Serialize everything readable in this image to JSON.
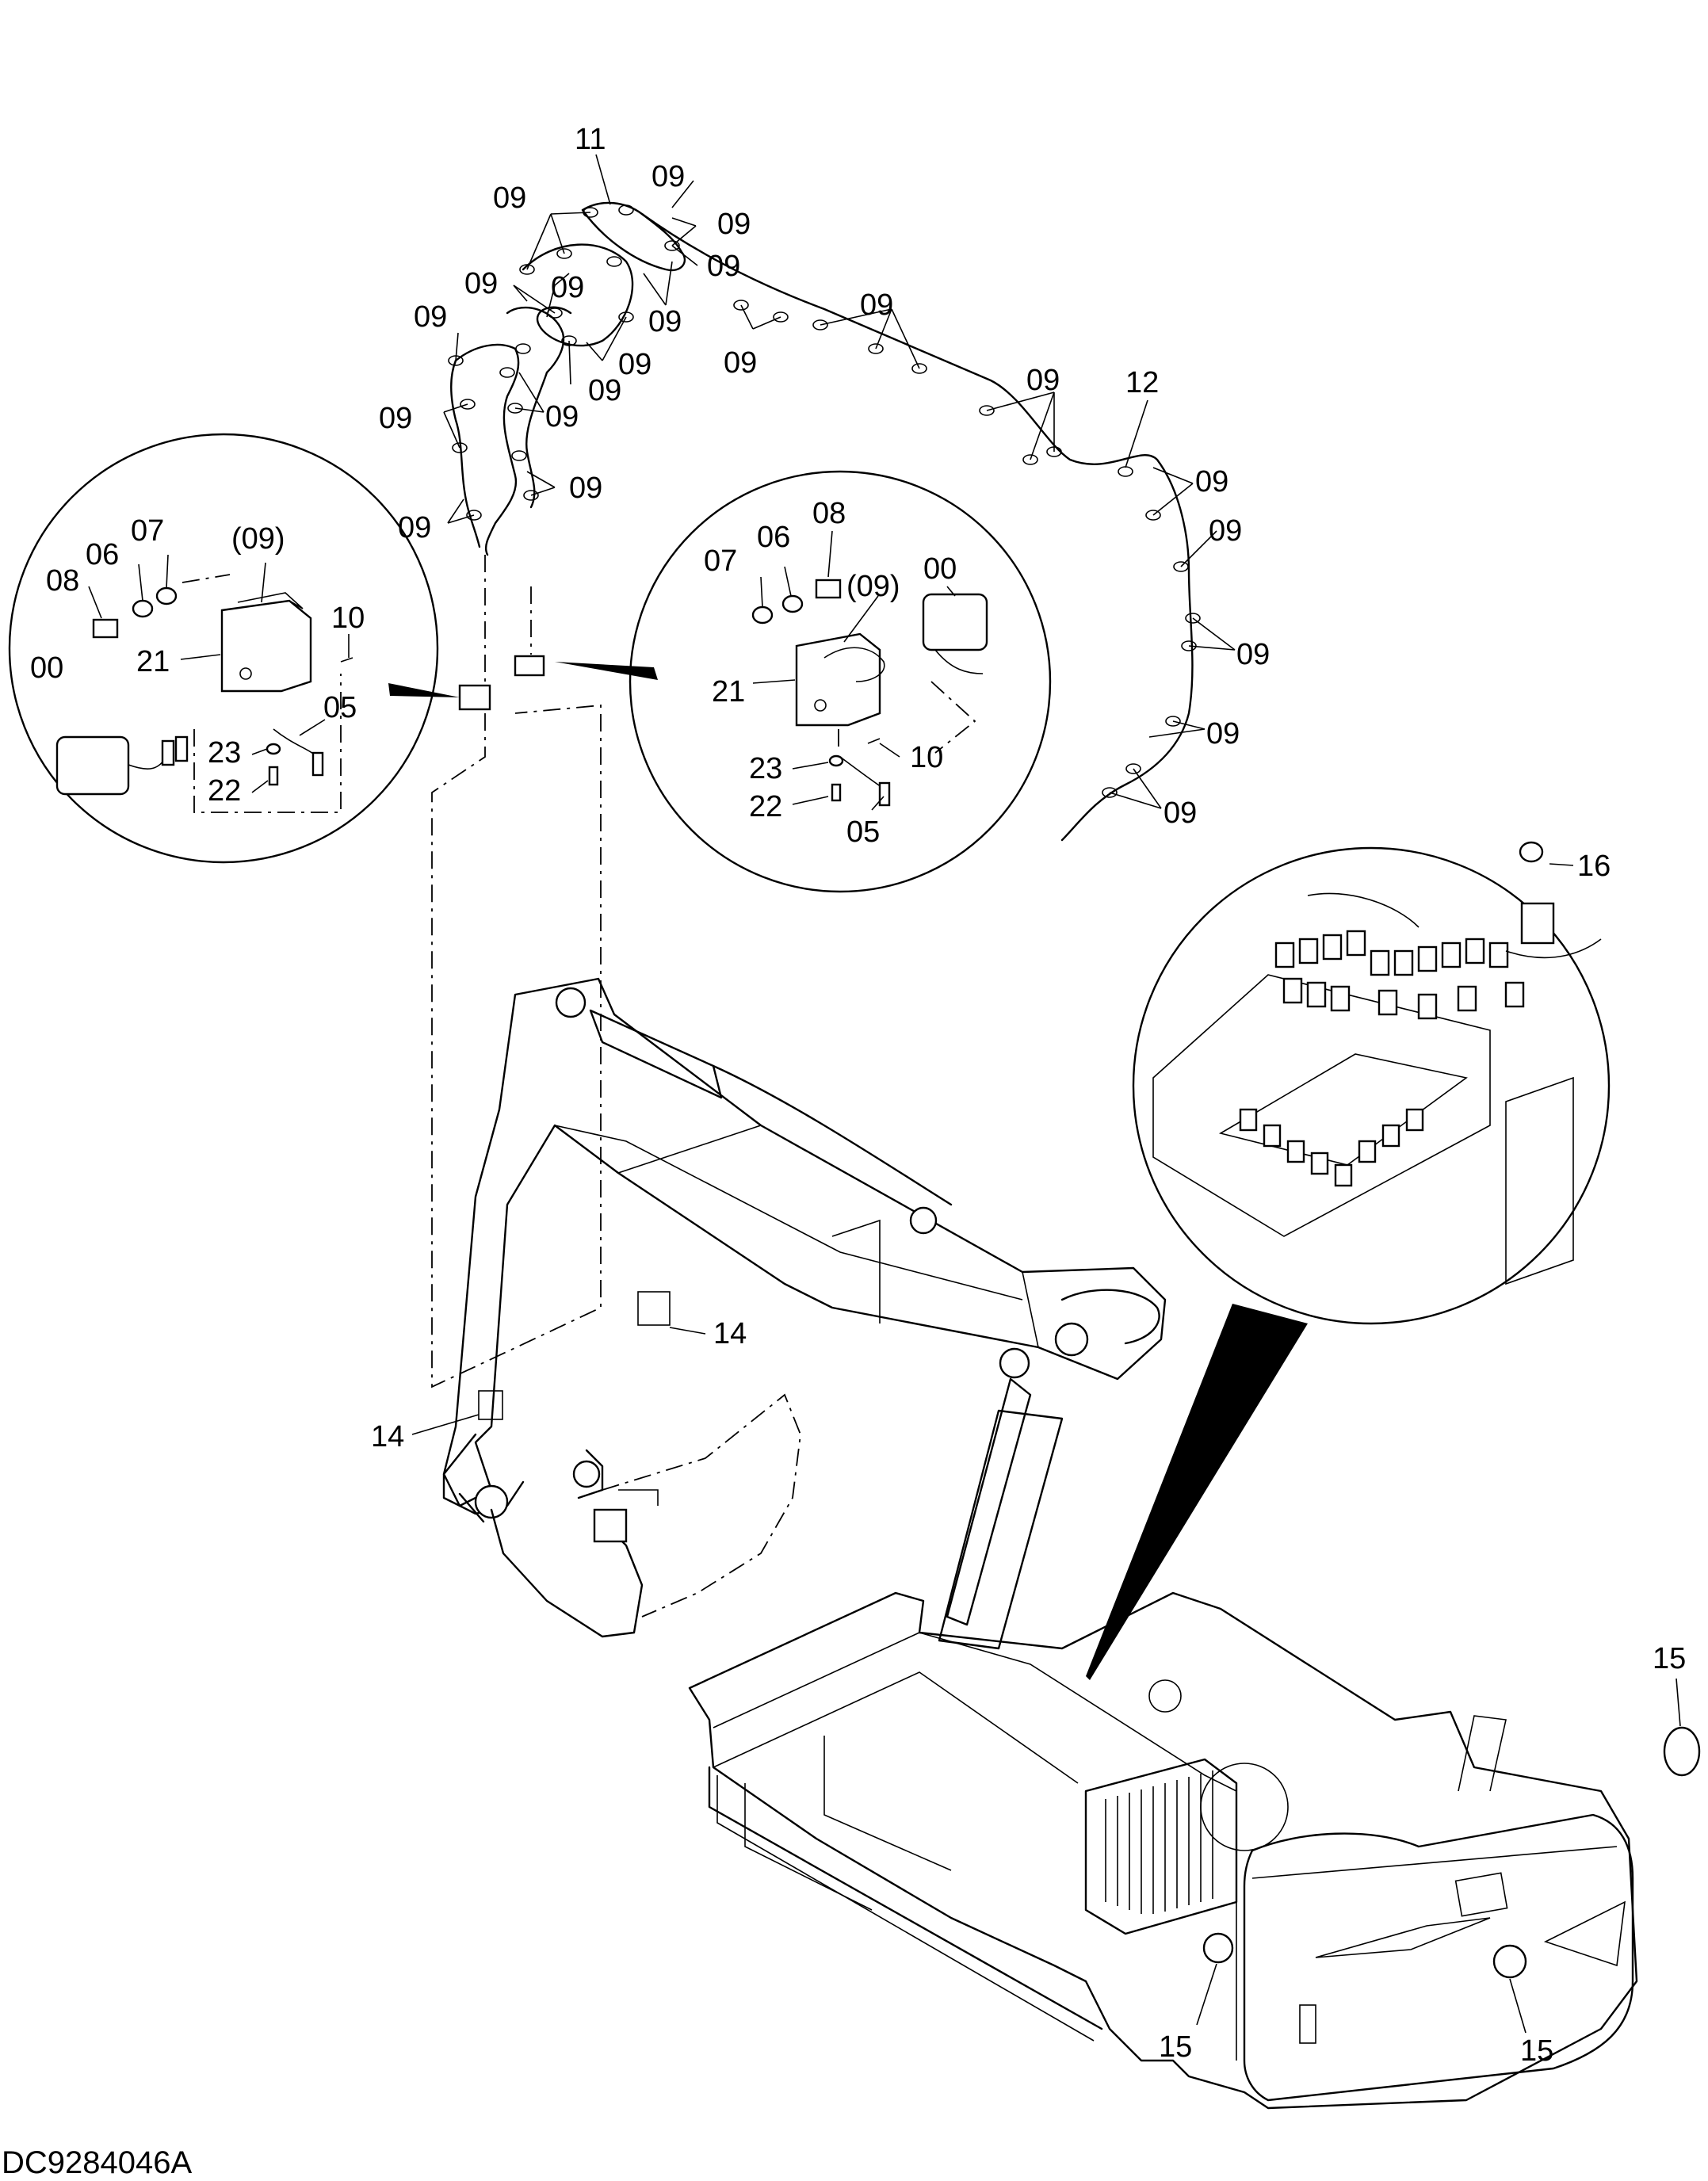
{
  "document": {
    "drawing_number": "DC9284046A"
  },
  "callouts": {
    "harness_main": "11",
    "harness_arm": "12",
    "clamp": "09",
    "clamp_paren": "(09)",
    "decal_boom": "14",
    "decal_emblem": "15",
    "relay": "16",
    "lamp": "00",
    "lead": "05",
    "washer_a": "06",
    "washer_b": "07",
    "bolt": "08",
    "screw": "10",
    "bracket": "21",
    "screw_small": "22",
    "washer_small": "23"
  }
}
